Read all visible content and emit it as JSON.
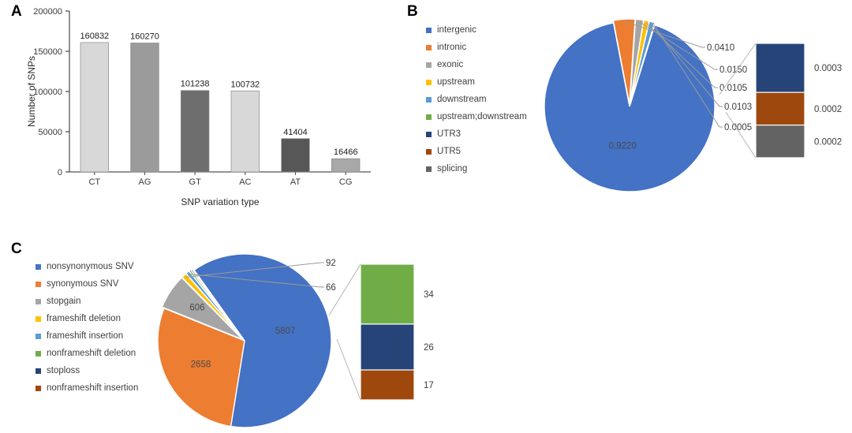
{
  "figure": {
    "panels": [
      {
        "letter": "A"
      },
      {
        "letter": "B"
      },
      {
        "letter": "C"
      }
    ]
  },
  "panel_a": {
    "letter": "A",
    "chart_data": {
      "type": "bar",
      "title": "",
      "xlabel": "SNP variation type",
      "ylabel": "Number of SNPs",
      "categories": [
        "CT",
        "AG",
        "GT",
        "AC",
        "AT",
        "CG"
      ],
      "values": [
        160832,
        160270,
        101238,
        100732,
        41404,
        16466
      ],
      "bar_colors": [
        "#d8d8d8",
        "#9b9b9b",
        "#6e6e6e",
        "#d8d8d8",
        "#575757",
        "#a8a8a8"
      ],
      "ylim": [
        0,
        200000
      ],
      "yticks": [
        0,
        50000,
        100000,
        150000,
        200000
      ],
      "ytick_labels": [
        "0",
        "50000",
        "100000",
        "150000",
        "200000"
      ],
      "grid": false,
      "legend": "none"
    }
  },
  "panel_b": {
    "letter": "B",
    "legend_items": [
      {
        "label": "intergenic",
        "color": "#4472c4"
      },
      {
        "label": "intronic",
        "color": "#ed7d31"
      },
      {
        "label": "exonic",
        "color": "#a5a5a5"
      },
      {
        "label": "upstream",
        "color": "#ffc000"
      },
      {
        "label": "downstream",
        "color": "#5b9bd5"
      },
      {
        "label": "upstream;downstream",
        "color": "#70ad47"
      },
      {
        "label": "UTR3",
        "color": "#264478"
      },
      {
        "label": "UTR5",
        "color": "#9e480e"
      },
      {
        "label": "splicing",
        "color": "#636363"
      }
    ],
    "chart_data": {
      "type": "pie",
      "title": "",
      "labels": [
        "intergenic",
        "intronic",
        "exonic",
        "upstream",
        "downstream",
        "upstream;downstream",
        "UTR3",
        "UTR5",
        "splicing"
      ],
      "values": [
        0.922,
        0.041,
        0.015,
        0.0105,
        0.0103,
        0.0005,
        0.0003,
        0.0002,
        0.0002
      ],
      "value_labels": [
        "0.9220",
        "0.0410",
        "0.0150",
        "0.0105",
        "0.0103",
        "0.0005",
        "0.0003",
        "0.0002",
        "0.0002"
      ],
      "colors": [
        "#4472c4",
        "#ed7d31",
        "#a5a5a5",
        "#ffc000",
        "#5b9bd5",
        "#70ad47",
        "#264478",
        "#9e480e",
        "#636363"
      ],
      "bar_of_pie": {
        "segments": [
          {
            "label": "UTR3",
            "value_label": "0.0003",
            "value": 0.0003,
            "color": "#264478"
          },
          {
            "label": "UTR5",
            "value_label": "0.0002",
            "value": 0.0002,
            "color": "#9e480e"
          },
          {
            "label": "splicing",
            "value_label": "0.0002",
            "value": 0.0002,
            "color": "#636363"
          }
        ]
      },
      "legend_position": "left"
    }
  },
  "panel_c": {
    "letter": "C",
    "legend_items": [
      {
        "label": "nonsynonymous SNV",
        "color": "#4472c4"
      },
      {
        "label": "synonymous SNV",
        "color": "#ed7d31"
      },
      {
        "label": "stopgain",
        "color": "#a5a5a5"
      },
      {
        "label": "frameshift deletion",
        "color": "#ffc000"
      },
      {
        "label": "frameshift insertion",
        "color": "#5b9bd5"
      },
      {
        "label": "nonframeshift deletion",
        "color": "#70ad47"
      },
      {
        "label": "stoploss",
        "color": "#264478"
      },
      {
        "label": "nonframeshift insertion",
        "color": "#9e480e"
      }
    ],
    "chart_data": {
      "type": "pie",
      "title": "",
      "labels": [
        "nonsynonymous SNV",
        "synonymous SNV",
        "stopgain",
        "frameshift deletion",
        "frameshift insertion",
        "nonframeshift deletion",
        "stoploss",
        "nonframeshift insertion"
      ],
      "values": [
        5807,
        2658,
        606,
        92,
        66,
        34,
        26,
        17
      ],
      "value_labels": [
        "5807",
        "2658",
        "606",
        "92",
        "66",
        "34",
        "26",
        "17"
      ],
      "colors": [
        "#4472c4",
        "#ed7d31",
        "#a5a5a5",
        "#ffc000",
        "#5b9bd5",
        "#70ad47",
        "#264478",
        "#9e480e"
      ],
      "bar_of_pie": {
        "segments": [
          {
            "label": "nonframeshift deletion",
            "value_label": "34",
            "value": 34,
            "color": "#70ad47"
          },
          {
            "label": "stoploss",
            "value_label": "26",
            "value": 26,
            "color": "#264478"
          },
          {
            "label": "nonframeshift insertion",
            "value_label": "17",
            "value": 17,
            "color": "#9e480e"
          }
        ]
      },
      "legend_position": "left"
    }
  }
}
